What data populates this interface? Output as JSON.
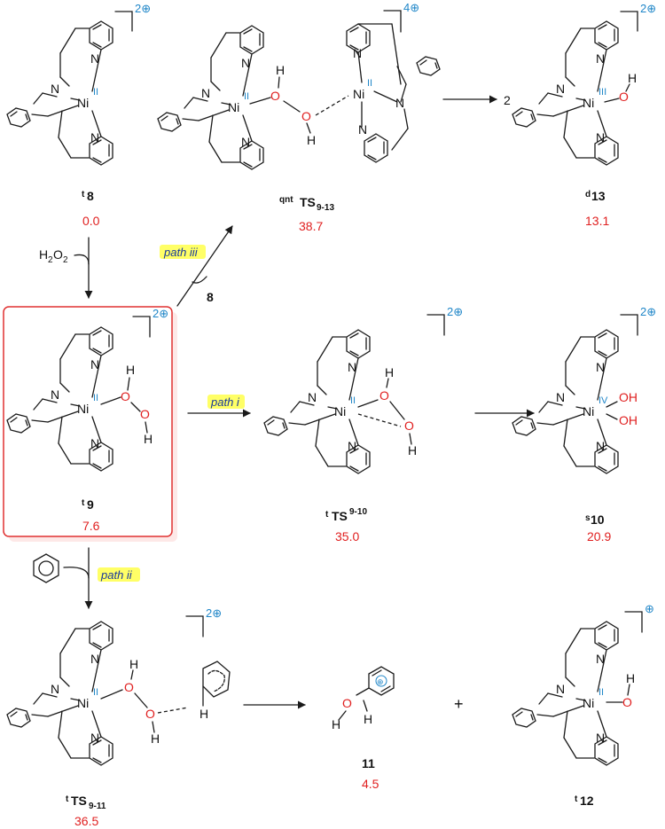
{
  "colors": {
    "energy": "#e02020",
    "oxidation": "#1f86c8",
    "highlight": "#ffff66",
    "box": "#e03030",
    "path_text": "#1a3a9c"
  },
  "compounds": [
    {
      "id": "c8",
      "sup": "t",
      "name": "8",
      "sub": "",
      "energy": "0.0",
      "ox": "II",
      "charge": "2⊕"
    },
    {
      "id": "ts913",
      "sup": "qnt",
      "name": "TS",
      "sub": "9-13",
      "energy": "38.7",
      "ox": "II",
      "charge": "4⊕"
    },
    {
      "id": "c13",
      "sup": "d",
      "name": "13",
      "sub": "",
      "energy": "13.1",
      "ox": "III",
      "charge": "2⊕"
    },
    {
      "id": "c9",
      "sup": "t",
      "name": "9",
      "sub": "",
      "energy": "7.6",
      "ox": "II",
      "charge": "2⊕"
    },
    {
      "id": "ts910",
      "sup": "t",
      "name": "TS",
      "sub": "9-10",
      "energy": "35.0",
      "ox": "II",
      "charge": "2⊕"
    },
    {
      "id": "c10",
      "sup": "s",
      "name": "10",
      "sub": "",
      "energy": "20.9",
      "ox": "IV",
      "charge": "2⊕"
    },
    {
      "id": "ts911",
      "sup": "t",
      "name": "TS",
      "sub": "9-11",
      "energy": "36.5",
      "ox": "II",
      "charge": "2⊕"
    },
    {
      "id": "c11",
      "sup": "",
      "name": "11",
      "sub": "",
      "energy": "4.5",
      "ox": "",
      "charge": "⊕"
    },
    {
      "id": "c12",
      "sup": "t",
      "name": "12",
      "sub": "",
      "energy": "",
      "ox": "II",
      "charge": "⊕"
    }
  ],
  "reagents": {
    "h2o2": "H",
    "h2o2_sub1": "2",
    "h2o2_o": "O",
    "h2o2_sub2": "2",
    "eight": "8",
    "two": "2",
    "plus": "+"
  },
  "paths": {
    "i": "path i",
    "ii": "path ii",
    "iii": "path iii"
  },
  "atoms": {
    "ni": "Ni",
    "n": "N",
    "o": "O",
    "h": "H",
    "oh": "OH"
  }
}
